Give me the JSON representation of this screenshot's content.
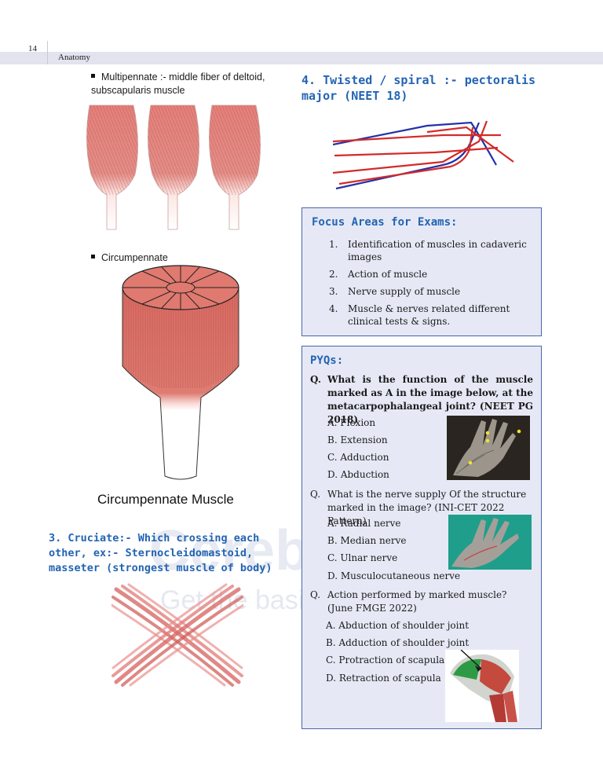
{
  "header": {
    "page_number": "14",
    "title": "Anatomy"
  },
  "left": {
    "multipennate_label": "Multipennate :- middle fiber of deltoid, subscapularis muscle",
    "circumpennate_label": "Circumpennate",
    "circumpennate_caption": "Circumpennate Muscle",
    "cruciate_heading": "3. Cruciate:- Which crossing each other, ex:- Sternocleidomastoid, masseter (strongest muscle of body)"
  },
  "right": {
    "twisted_heading": "4. Twisted / spiral :- pectoralis major (NEET 18)"
  },
  "focus": {
    "title": "Focus Areas for Exams:",
    "items": [
      {
        "num": "1.",
        "text": "Identification of muscles in cadaveric images"
      },
      {
        "num": "2.",
        "text": "Action of muscle"
      },
      {
        "num": "3.",
        "text": "Nerve supply of muscle"
      },
      {
        "num": "4.",
        "text": "Muscle & nerves related different clinical tests & signs."
      }
    ]
  },
  "pyqs": {
    "title": "PYQs:",
    "questions": [
      {
        "label": "Q.",
        "text": "What is the function of the muscle marked as A in the image below, at the metacarpophalangeal joint? (NEET PG 2018)",
        "options": [
          "A.  Flexion",
          "B.  Extension",
          "C.  Adduction",
          "D.  Abduction"
        ]
      },
      {
        "label": "Q.",
        "text": "What is the nerve supply Of the structure marked in the image? (INI-CET 2022 Pattern)",
        "options": [
          "A.  Radial nerve",
          "B.  Median nerve",
          "C.  Ulnar nerve",
          "D.  Musculocutaneous nerve"
        ]
      },
      {
        "label": "Q.",
        "text": "Action performed by marked muscle? (June FMGE 2022)",
        "options": [
          "A. Abduction of shoulder joint",
          "B. Adduction of shoulder joint",
          "C. Protraction of scapula",
          "D. Retraction of scapula"
        ]
      }
    ]
  },
  "watermark": {
    "brand": "Cerebellum",
    "tagline": "Get the basics right"
  },
  "colors": {
    "heading_blue": "#2364b3",
    "box_fill": "#e6e9f5",
    "box_border": "#4a67a9",
    "muscle_red": "#d9544f"
  }
}
